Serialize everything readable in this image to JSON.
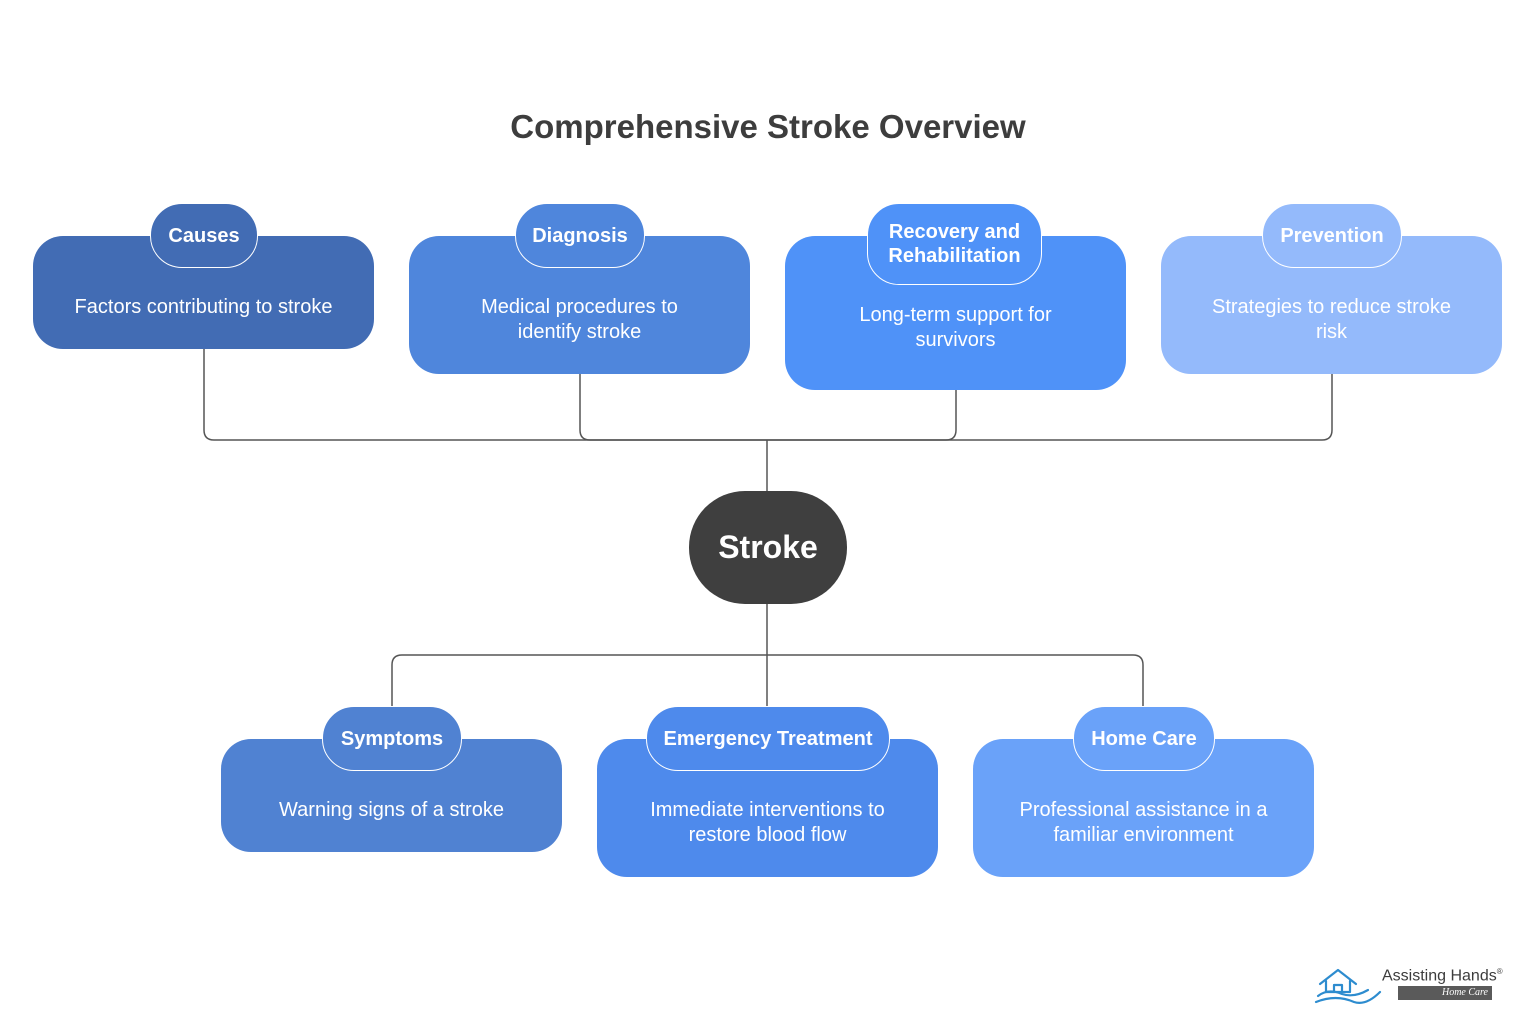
{
  "title": "Comprehensive Stroke Overview",
  "center": {
    "label": "Stroke"
  },
  "top_nodes": [
    {
      "title": "Causes",
      "description": "Factors contributing to stroke",
      "color": "#426cb4"
    },
    {
      "title": "Diagnosis",
      "description": "Medical procedures to identify stroke",
      "color": "#4f86dc"
    },
    {
      "title": "Recovery and Rehabilitation",
      "description": "Long-term support for survivors",
      "color": "#4f92f8"
    },
    {
      "title": "Prevention",
      "description": "Strategies to reduce stroke risk",
      "color": "#94bafb"
    }
  ],
  "bottom_nodes": [
    {
      "title": "Symptoms",
      "description": "Warning signs of a stroke",
      "color": "#5082d2"
    },
    {
      "title": "Emergency Treatment",
      "description": "Immediate interventions to restore blood flow",
      "color": "#4e8aec"
    },
    {
      "title": "Home Care",
      "description": "Professional assistance in a familiar environment",
      "color": "#6aa2f9"
    }
  ],
  "logo": {
    "name": "Assisting Hands",
    "mark": "®",
    "tagline": "Home Care",
    "color": "#2d8ccf"
  },
  "connector_color": "#555555"
}
